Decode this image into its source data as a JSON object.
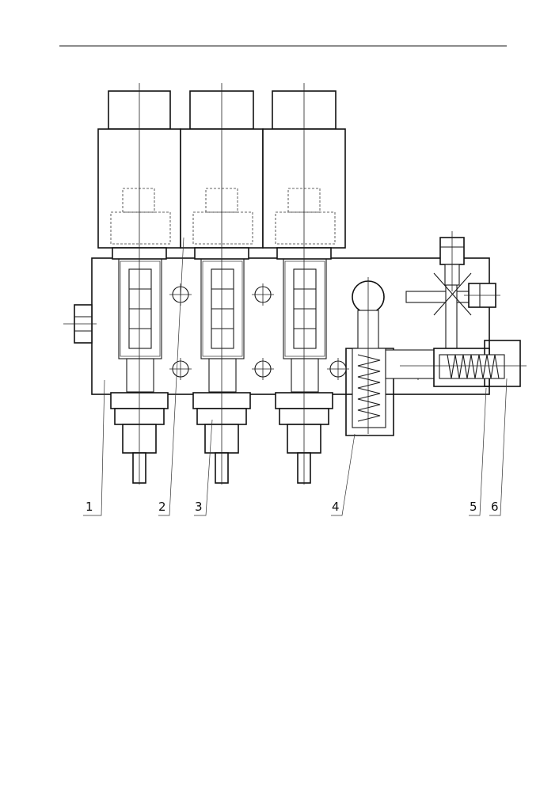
{
  "callouts": [
    {
      "id": "1",
      "label": "1"
    },
    {
      "id": "2",
      "label": "2"
    },
    {
      "id": "3",
      "label": "3"
    },
    {
      "id": "4",
      "label": "4"
    },
    {
      "id": "5",
      "label": "5"
    },
    {
      "id": "6",
      "label": "6"
    }
  ],
  "colors": {
    "line": "#1a1a1a",
    "paper": "#ffffff"
  }
}
